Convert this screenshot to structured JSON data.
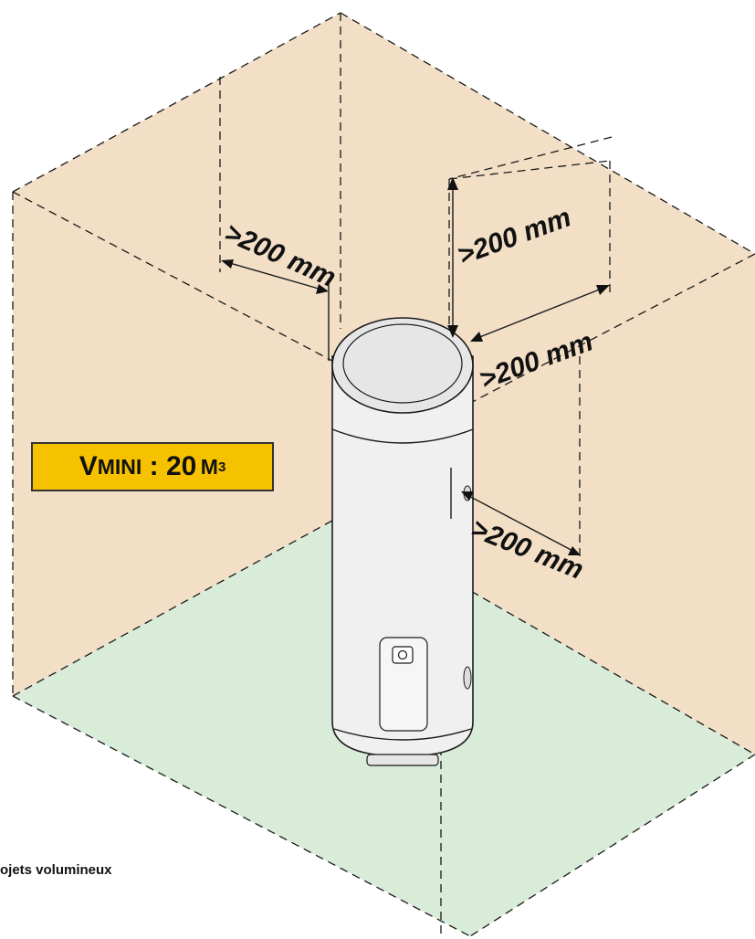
{
  "colors": {
    "wall": "#f2dfc6",
    "floor": "#d8ecd9",
    "label_box": "#f6c200",
    "heater_body": "#f0f0f0",
    "heater_top": "#e6e6e6",
    "line": "#1a1a1a"
  },
  "dimensions": {
    "left_wall": ">200 mm",
    "top": ">200 mm",
    "back_wall": ">200 mm",
    "right_side": ">200 mm"
  },
  "volume_label": {
    "v": "V",
    "mini": "MINI",
    "separator": " : ",
    "value": "20",
    "unit": "M",
    "exponent": "3"
  },
  "note": "ojets volumineux",
  "icons": {
    "control_panel": "control-panel-icon"
  }
}
